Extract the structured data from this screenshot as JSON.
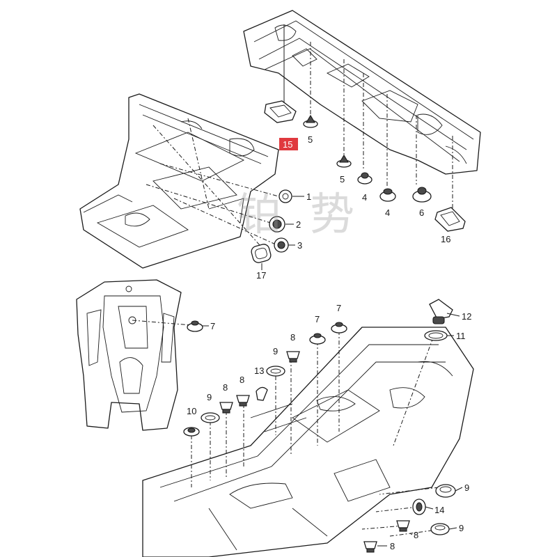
{
  "watermark": {
    "char1": "铂",
    "char2": "势"
  },
  "highlight_color": "#e0393e",
  "labels": {
    "p1": "1",
    "p2": "2",
    "p3": "3",
    "p4a": "4",
    "p4b": "4",
    "p5a": "5",
    "p5b": "5",
    "p6": "6",
    "p7a": "7",
    "p7b": "7",
    "p7c": "7",
    "p8a": "8",
    "p8b": "8",
    "p8c": "8",
    "p8d": "8",
    "p8e": "8",
    "p9a": "9",
    "p9b": "9",
    "p9c": "9",
    "p9d": "9",
    "p10": "10",
    "p11": "11",
    "p12": "12",
    "p13": "13",
    "p14": "14",
    "p15": "15",
    "p16": "16",
    "p17": "17"
  }
}
